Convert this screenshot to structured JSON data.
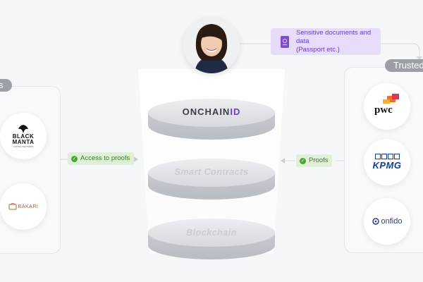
{
  "diagram": {
    "person_alt": "User avatar",
    "sensitive_docs": {
      "line1": "Sensitive documents and data",
      "line2": "(Passport etc.)"
    },
    "left_panel_tag": "s",
    "right_panel_tag": "Trusted E",
    "layers": {
      "onchainid_prefix": "ONCHAIN",
      "onchainid_suffix": "ID",
      "smart_contracts": "Smart Contracts",
      "blockchain": "Blockchain"
    },
    "access_badge": "Access to proofs",
    "proofs_badge": "Proofs",
    "left_logos": {
      "blackmanta_line1": "BLACK",
      "blackmanta_line2": "MANTA",
      "blackmanta_sub": "CAPITAL PARTNERS",
      "bakari": "BAKARI"
    },
    "right_logos": {
      "pwc": "pwc",
      "kpmg": "KPMG",
      "onfido": "onfido"
    },
    "colors": {
      "purple_box": "#e7dcfa",
      "purple_text": "#6a3fc4",
      "green_badge": "#dff0d6",
      "kpmg_blue": "#0f3f9a",
      "onfido_blue": "#2a3f8f",
      "pwc_orange": "#e8741c"
    }
  }
}
